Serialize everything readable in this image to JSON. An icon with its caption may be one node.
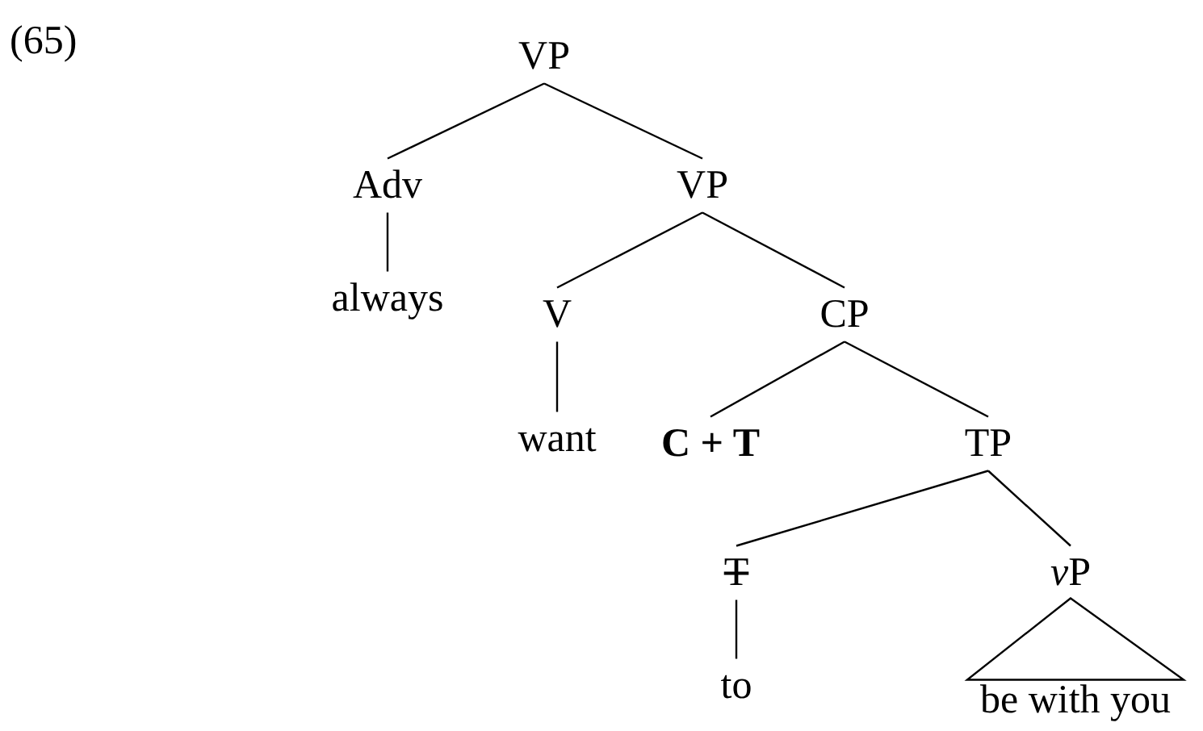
{
  "diagram": {
    "nodes": [
      {
        "text": [
          "VP"
        ]
      },
      {
        "text": [
          "Adv"
        ]
      },
      {
        "text": [
          "VP"
        ]
      },
      {
        "text": [
          "always"
        ]
      },
      {
        "text": [
          "V"
        ]
      },
      {
        "text": [
          "CP"
        ]
      },
      {
        "text": [
          "want"
        ]
      },
      {
        "text": [
          "C + T"
        ]
      },
      {
        "text": [
          "TP"
        ]
      },
      {
        "text": [
          "T"
        ]
      },
      {
        "text": [
          "vP"
        ]
      },
      {
        "text": [
          "to"
        ]
      },
      {
        "text": [
          "be with you"
        ]
      }
    ],
    "edges": [
      {
        "from": 0,
        "to": 1,
        "arrow": "none"
      },
      {
        "from": 0,
        "to": 2,
        "arrow": "none"
      },
      {
        "from": 1,
        "to": 3,
        "arrow": "none"
      },
      {
        "from": 2,
        "to": 4,
        "arrow": "none"
      },
      {
        "from": 2,
        "to": 5,
        "arrow": "none"
      },
      {
        "from": 4,
        "to": 6,
        "arrow": "none"
      },
      {
        "from": 5,
        "to": 7,
        "arrow": "none"
      },
      {
        "from": 5,
        "to": 8,
        "arrow": "none"
      },
      {
        "from": 8,
        "to": 9,
        "arrow": "none"
      },
      {
        "from": 8,
        "to": 10,
        "arrow": "none"
      },
      {
        "from": 9,
        "to": 11,
        "arrow": "none"
      },
      {
        "from": 10,
        "to": 12,
        "arrow": "none"
      }
    ],
    "labels": [
      "(65)"
    ]
  }
}
